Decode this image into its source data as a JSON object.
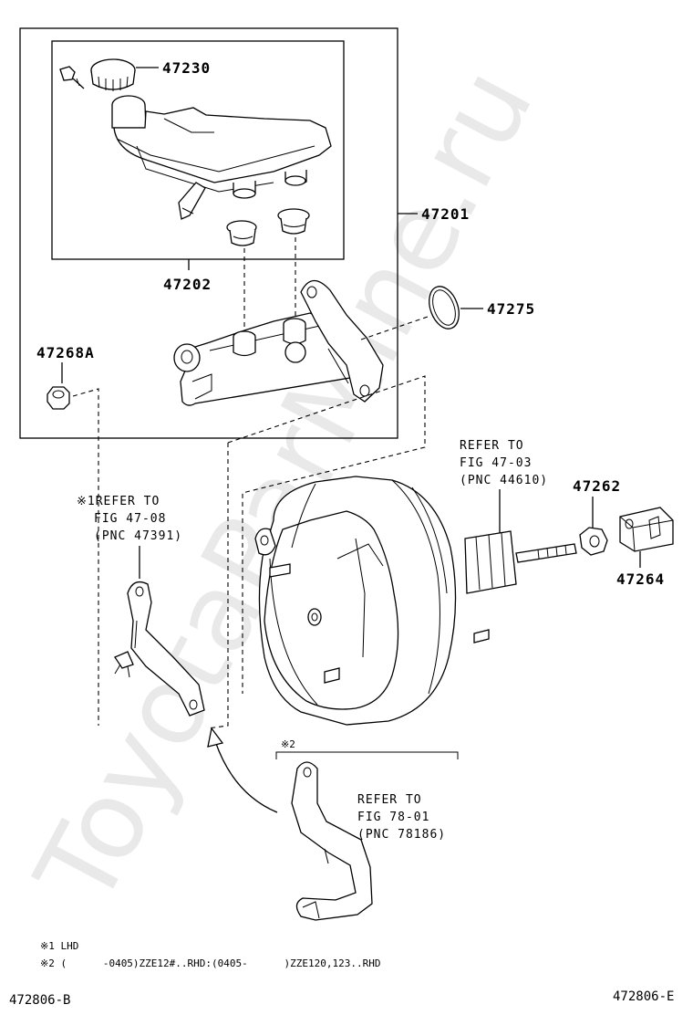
{
  "watermark": "ToyotaParMine.ru",
  "labels": {
    "p47230": "47230",
    "p47201": "47201",
    "p47202": "47202",
    "p47275": "47275",
    "p47268A": "47268A",
    "p47262": "47262",
    "p47264": "47264"
  },
  "refs": {
    "booster": [
      "REFER TO",
      "FIG 47-03",
      "(PNC 44610)"
    ],
    "bracket_lhd": [
      "※1REFER TO",
      "FIG 47-08",
      "(PNC 47391)"
    ],
    "bracket_rhd": [
      "REFER TO",
      "FIG 78-01",
      "(PNC 78186)"
    ]
  },
  "bracket_mark": "※2",
  "notes": [
    "※1 LHD",
    "※2 (      -0405)ZZE12#..RHD:(0405-      )ZZE120,123..RHD"
  ],
  "footer": {
    "left": "472806-B",
    "right": "472806-E"
  }
}
